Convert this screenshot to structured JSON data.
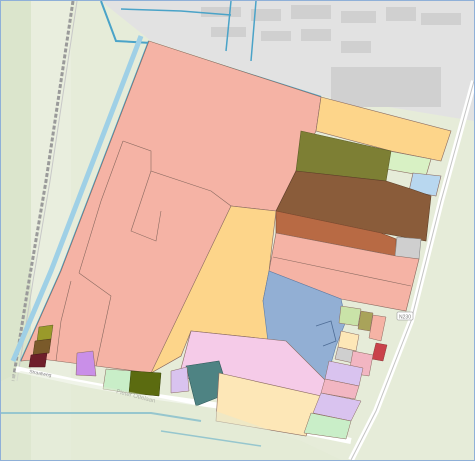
{
  "map": {
    "labels": {
      "street_bottom": "Pieter Ottelaan",
      "street_bottom_left": "Straatweg",
      "route_marker": "N230"
    },
    "colors": {
      "background_fields": "#e8eedc",
      "built_area": "#e4e4e4",
      "water": "#9fd0e6",
      "canal_edge": "#4aa3c8",
      "parcel_salmon": "#f5b3a5",
      "parcel_orange": "#fdd58a",
      "parcel_olive": "#7d7f34",
      "parcel_brown": "#8a5c3a",
      "parcel_rust": "#b86a44",
      "parcel_blue": "#92afd4",
      "parcel_pink": "#f5cbe8",
      "parcel_teal": "#4e8383",
      "parcel_cream": "#fde7b7",
      "parcel_lavender": "#d9c3ef",
      "parcel_mint": "#c9eec8",
      "parcel_light_green": "#d8f1c4",
      "parcel_gray": "#cfcfcf"
    }
  }
}
